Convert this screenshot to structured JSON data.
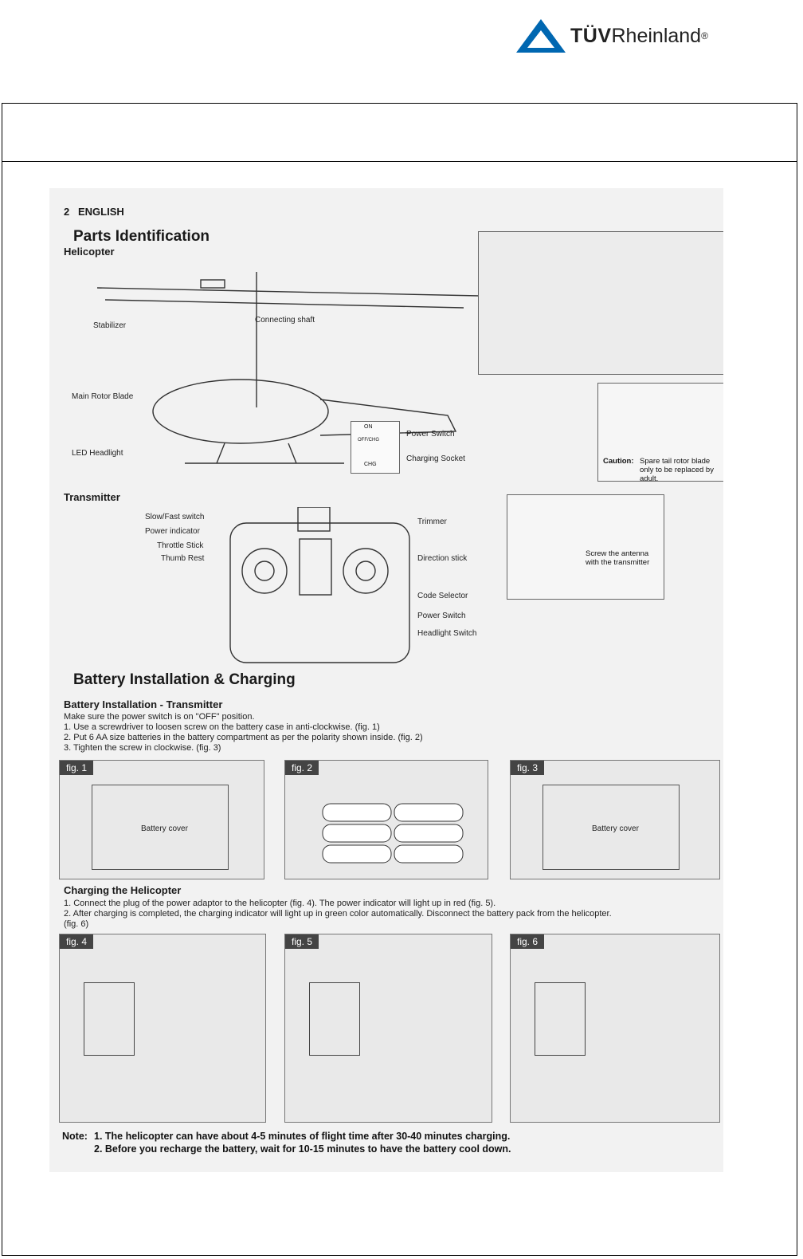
{
  "brand": {
    "tuv": "TÜV",
    "rheinland": "Rheinland",
    "reg": "®",
    "color": "#0067b1"
  },
  "page": {
    "number": "2",
    "language": "ENGLISH"
  },
  "parts": {
    "title": "Parts Identification",
    "helicopter_heading": "Helicopter",
    "helicopter_labels": {
      "stabilizer": "Stabilizer",
      "connecting_shaft": "Connecting shaft",
      "main_rotor": "Main Rotor Blade",
      "led": "LED Headlight",
      "power_switch": "Power Switch",
      "charging_socket": "Charging Socket",
      "switch_on": "ON",
      "switch_off": "OFF/CHG",
      "switch_chg": "CHG",
      "caution_bold": "Caution:",
      "caution_text": "Spare tail rotor blade only to be replaced by adult."
    },
    "transmitter_heading": "Transmitter",
    "transmitter_labels": {
      "slow_fast": "Slow/Fast switch",
      "power_indicator": "Power indicator",
      "throttle": "Throttle Stick",
      "thumb_rest": "Thumb Rest",
      "trimmer": "Trimmer",
      "direction": "Direction stick",
      "code_selector": "Code Selector",
      "power_switch": "Power Switch",
      "headlight_switch": "Headlight Switch",
      "antenna": "Screw the antenna with the transmitter"
    }
  },
  "battery": {
    "title": "Battery Installation & Charging",
    "install_heading": "Battery Installation - Transmitter",
    "install_steps": [
      "Make sure the power switch is on \"OFF\" position.",
      "1. Use a screwdriver to loosen screw on the battery case in anti-clockwise. (fig. 1)",
      "2. Put 6 AA size batteries in the battery compartment as per the polarity shown inside. (fig. 2)",
      "3. Tighten the screw in clockwise. (fig. 3)"
    ],
    "figs_top": [
      "fig. 1",
      "fig. 2",
      "fig. 3"
    ],
    "battery_cover": "Battery cover",
    "charging_heading": "Charging the Helicopter",
    "charging_steps": [
      "1. Connect the plug of the power adaptor to the helicopter (fig. 4). The power indicator will light up in red (fig. 5).",
      "2. After charging is completed, the charging indicator will light up in green color automatically. Disconnect the battery pack from the helicopter.",
      "(fig. 6)"
    ],
    "figs_bottom": [
      "fig. 4",
      "fig. 5",
      "fig. 6"
    ]
  },
  "notes": {
    "label": "Note:",
    "items": [
      "1. The helicopter can have about 4-5 minutes of flight time after 30-40 minutes charging.",
      "2. Before you recharge the battery, wait for 10-15 minutes to have the battery cool down."
    ]
  }
}
